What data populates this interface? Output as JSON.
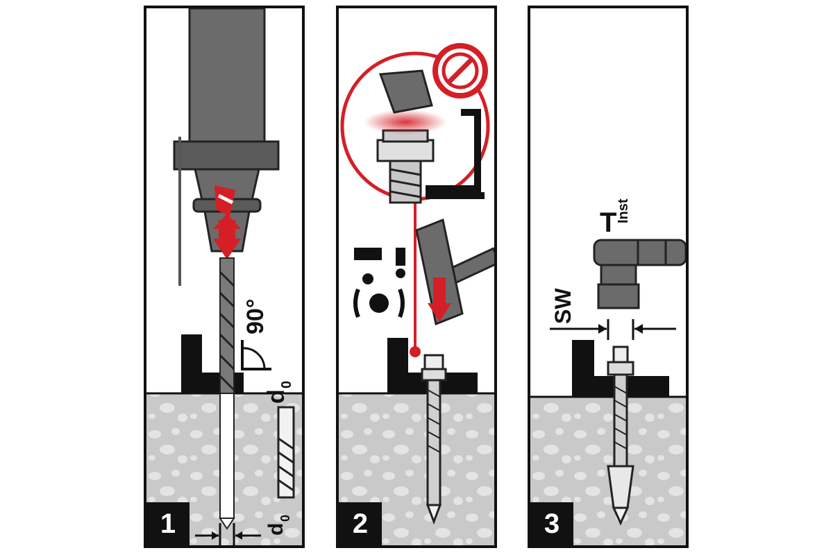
{
  "panels": [
    {
      "step": "1",
      "labels": {
        "angle": "90°",
        "d0_symbol": "d",
        "d0_sub": "0"
      }
    },
    {
      "step": "2",
      "labels": {}
    },
    {
      "step": "3",
      "labels": {
        "sw": "SW",
        "t_main": "T",
        "t_sub": "Inst"
      }
    }
  ],
  "colors": {
    "concrete": "#c9c9c9",
    "aggregate": "#e4e4e4",
    "steel": "#7a7a7a",
    "tool": "#6b6b6b",
    "red": "#d41f26",
    "black": "#111111"
  }
}
